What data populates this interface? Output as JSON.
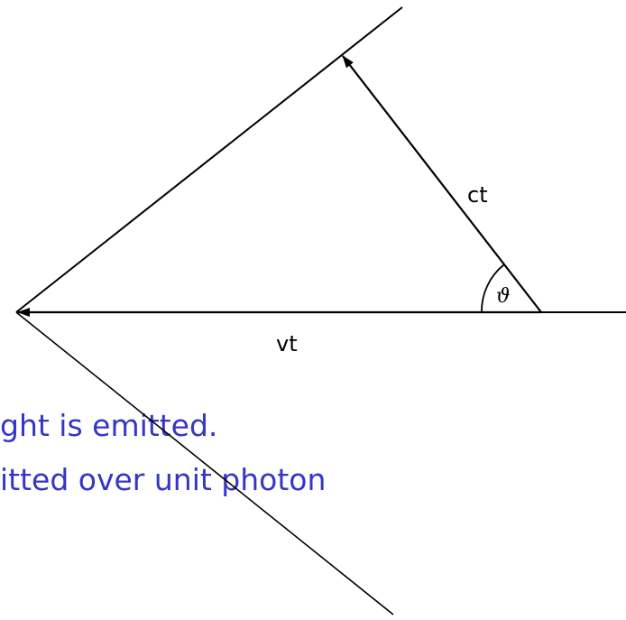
{
  "diagram": {
    "label_ct": "ct",
    "label_vt": "vt",
    "label_theta": "ϑ",
    "line_color": "#000000"
  },
  "caption": {
    "line1": "ght is emitted.",
    "line2": "itted over unit photon",
    "color": "#3535c8"
  }
}
